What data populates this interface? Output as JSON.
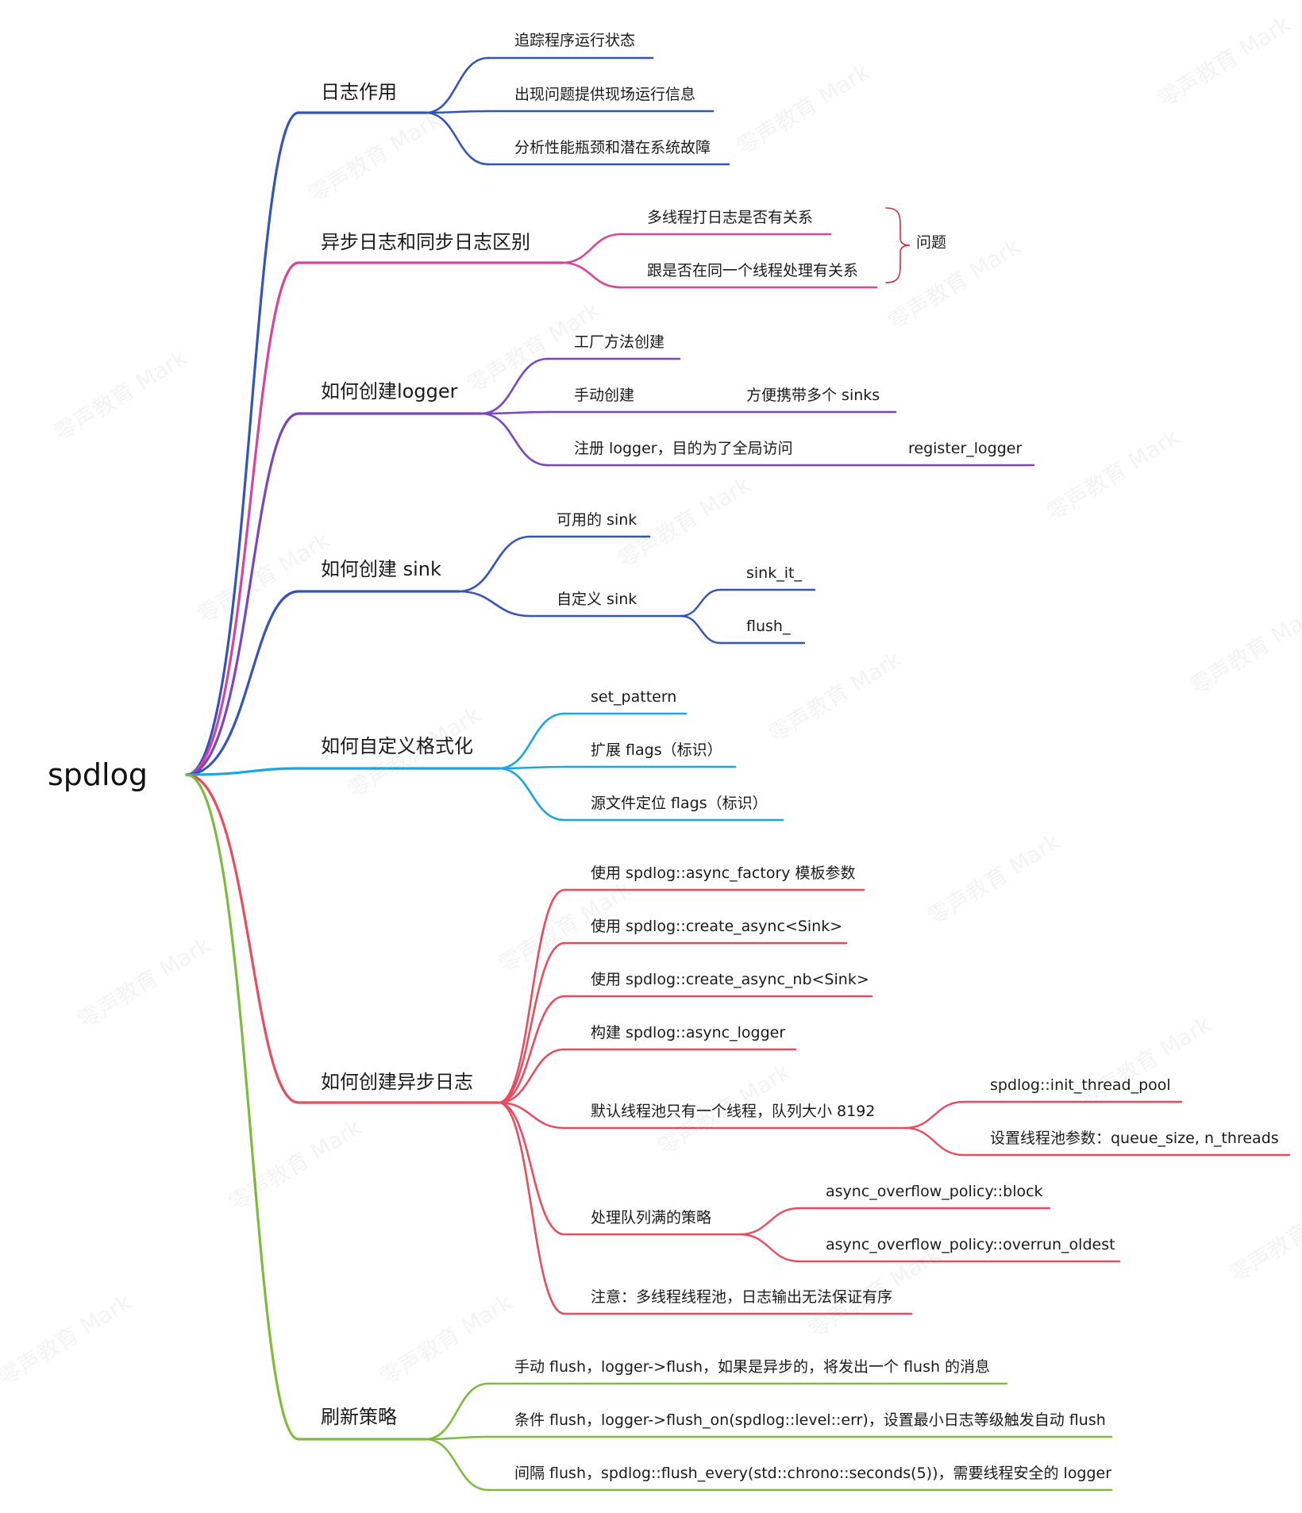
{
  "root": {
    "label": "spdlog"
  },
  "watermark": "零声教育 Mark",
  "branches": [
    {
      "id": "b1",
      "label": "日志作用",
      "color": "#3355bb",
      "children": [
        {
          "id": "b1c1",
          "label": "追踪程序运行状态"
        },
        {
          "id": "b1c2",
          "label": "出现问题提供现场运行信息"
        },
        {
          "id": "b1c3",
          "label": "分析性能瓶颈和潜在系统故障"
        }
      ]
    },
    {
      "id": "b2",
      "label": "异步日志和同步日志区别",
      "color": "#d9439a",
      "children": [
        {
          "id": "b2c1",
          "label": "多线程打日志是否有关系"
        },
        {
          "id": "b2c2",
          "label": "跟是否在同一个线程处理有关系"
        }
      ],
      "note": {
        "label": "问题",
        "bracket_color": "#cc3333"
      }
    },
    {
      "id": "b3",
      "label": "如何创建logger",
      "color": "#7a45c2",
      "children": [
        {
          "id": "b3c1",
          "label": "工厂方法创建"
        },
        {
          "id": "b3c2",
          "label": "手动创建",
          "children": [
            {
              "id": "b3c2a",
              "label": "方便携带多个 sinks"
            }
          ]
        },
        {
          "id": "b3c3",
          "label": "注册 logger，目的为了全局访问",
          "children": [
            {
              "id": "b3c3a",
              "label": "register_logger"
            }
          ]
        }
      ]
    },
    {
      "id": "b4",
      "label": "如何创建 sink",
      "color": "#3355bb",
      "children": [
        {
          "id": "b4c1",
          "label": "可用的 sink"
        },
        {
          "id": "b4c2",
          "label": "自定义 sink",
          "children": [
            {
              "id": "b4c2a",
              "label": "sink_it_"
            },
            {
              "id": "b4c2b",
              "label": "flush_"
            }
          ]
        }
      ]
    },
    {
      "id": "b5",
      "label": "如何自定义格式化",
      "color": "#1aa6e6",
      "children": [
        {
          "id": "b5c1",
          "label": "set_pattern"
        },
        {
          "id": "b5c2",
          "label": "扩展 flags（标识）"
        },
        {
          "id": "b5c3",
          "label": "源文件定位 flags（标识）"
        }
      ]
    },
    {
      "id": "b6",
      "label": "如何创建异步日志",
      "color": "#e84c5e",
      "children": [
        {
          "id": "b6c1",
          "label": "使用 spdlog::async_factory 模板参数"
        },
        {
          "id": "b6c2",
          "label": "使用 spdlog::create_async<Sink>"
        },
        {
          "id": "b6c3",
          "label": "使用 spdlog::create_async_nb<Sink>"
        },
        {
          "id": "b6c4",
          "label": "构建 spdlog::async_logger"
        },
        {
          "id": "b6c5",
          "label": "默认线程池只有一个线程，队列大小 8192",
          "children": [
            {
              "id": "b6c5a",
              "label": "spdlog::init_thread_pool"
            },
            {
              "id": "b6c5b",
              "label": "设置线程池参数：queue_size, n_threads"
            }
          ]
        },
        {
          "id": "b6c6",
          "label": "处理队列满的策略",
          "children": [
            {
              "id": "b6c6a",
              "label": "async_overflow_policy::block"
            },
            {
              "id": "b6c6b",
              "label": "async_overflow_policy::overrun_oldest"
            }
          ]
        },
        {
          "id": "b6c7",
          "label": "注意：多线程线程池，日志输出无法保证有序"
        }
      ]
    },
    {
      "id": "b7",
      "label": "刷新策略",
      "color": "#7dbb3c",
      "children": [
        {
          "id": "b7c1",
          "label": "手动 flush，logger->flush，如果是异步的，将发出一个 flush 的消息"
        },
        {
          "id": "b7c2",
          "label": "条件 flush，logger->flush_on(spdlog::level::err)，设置最小日志等级触发自动 flush"
        },
        {
          "id": "b7c3",
          "label": "间隔 flush，spdlog::flush_every(std::chrono::seconds(5))，需要线程安全的 logger"
        }
      ]
    }
  ]
}
